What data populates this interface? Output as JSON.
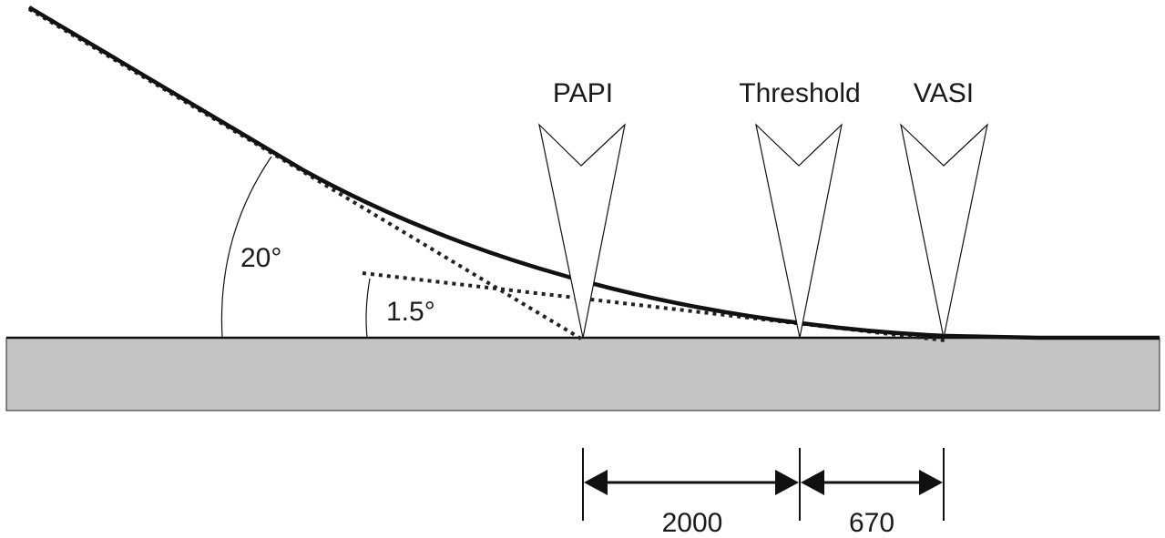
{
  "markers": {
    "papi": "PAPI",
    "threshold": "Threshold",
    "vasi": "VASI"
  },
  "angles": {
    "steep": "20°",
    "shallow": "1.5°"
  },
  "dimensions": {
    "papi_to_threshold": "2000",
    "threshold_to_vasi": "670"
  },
  "colors": {
    "ground_fill": "#c4c4c4",
    "line": "#111111"
  }
}
